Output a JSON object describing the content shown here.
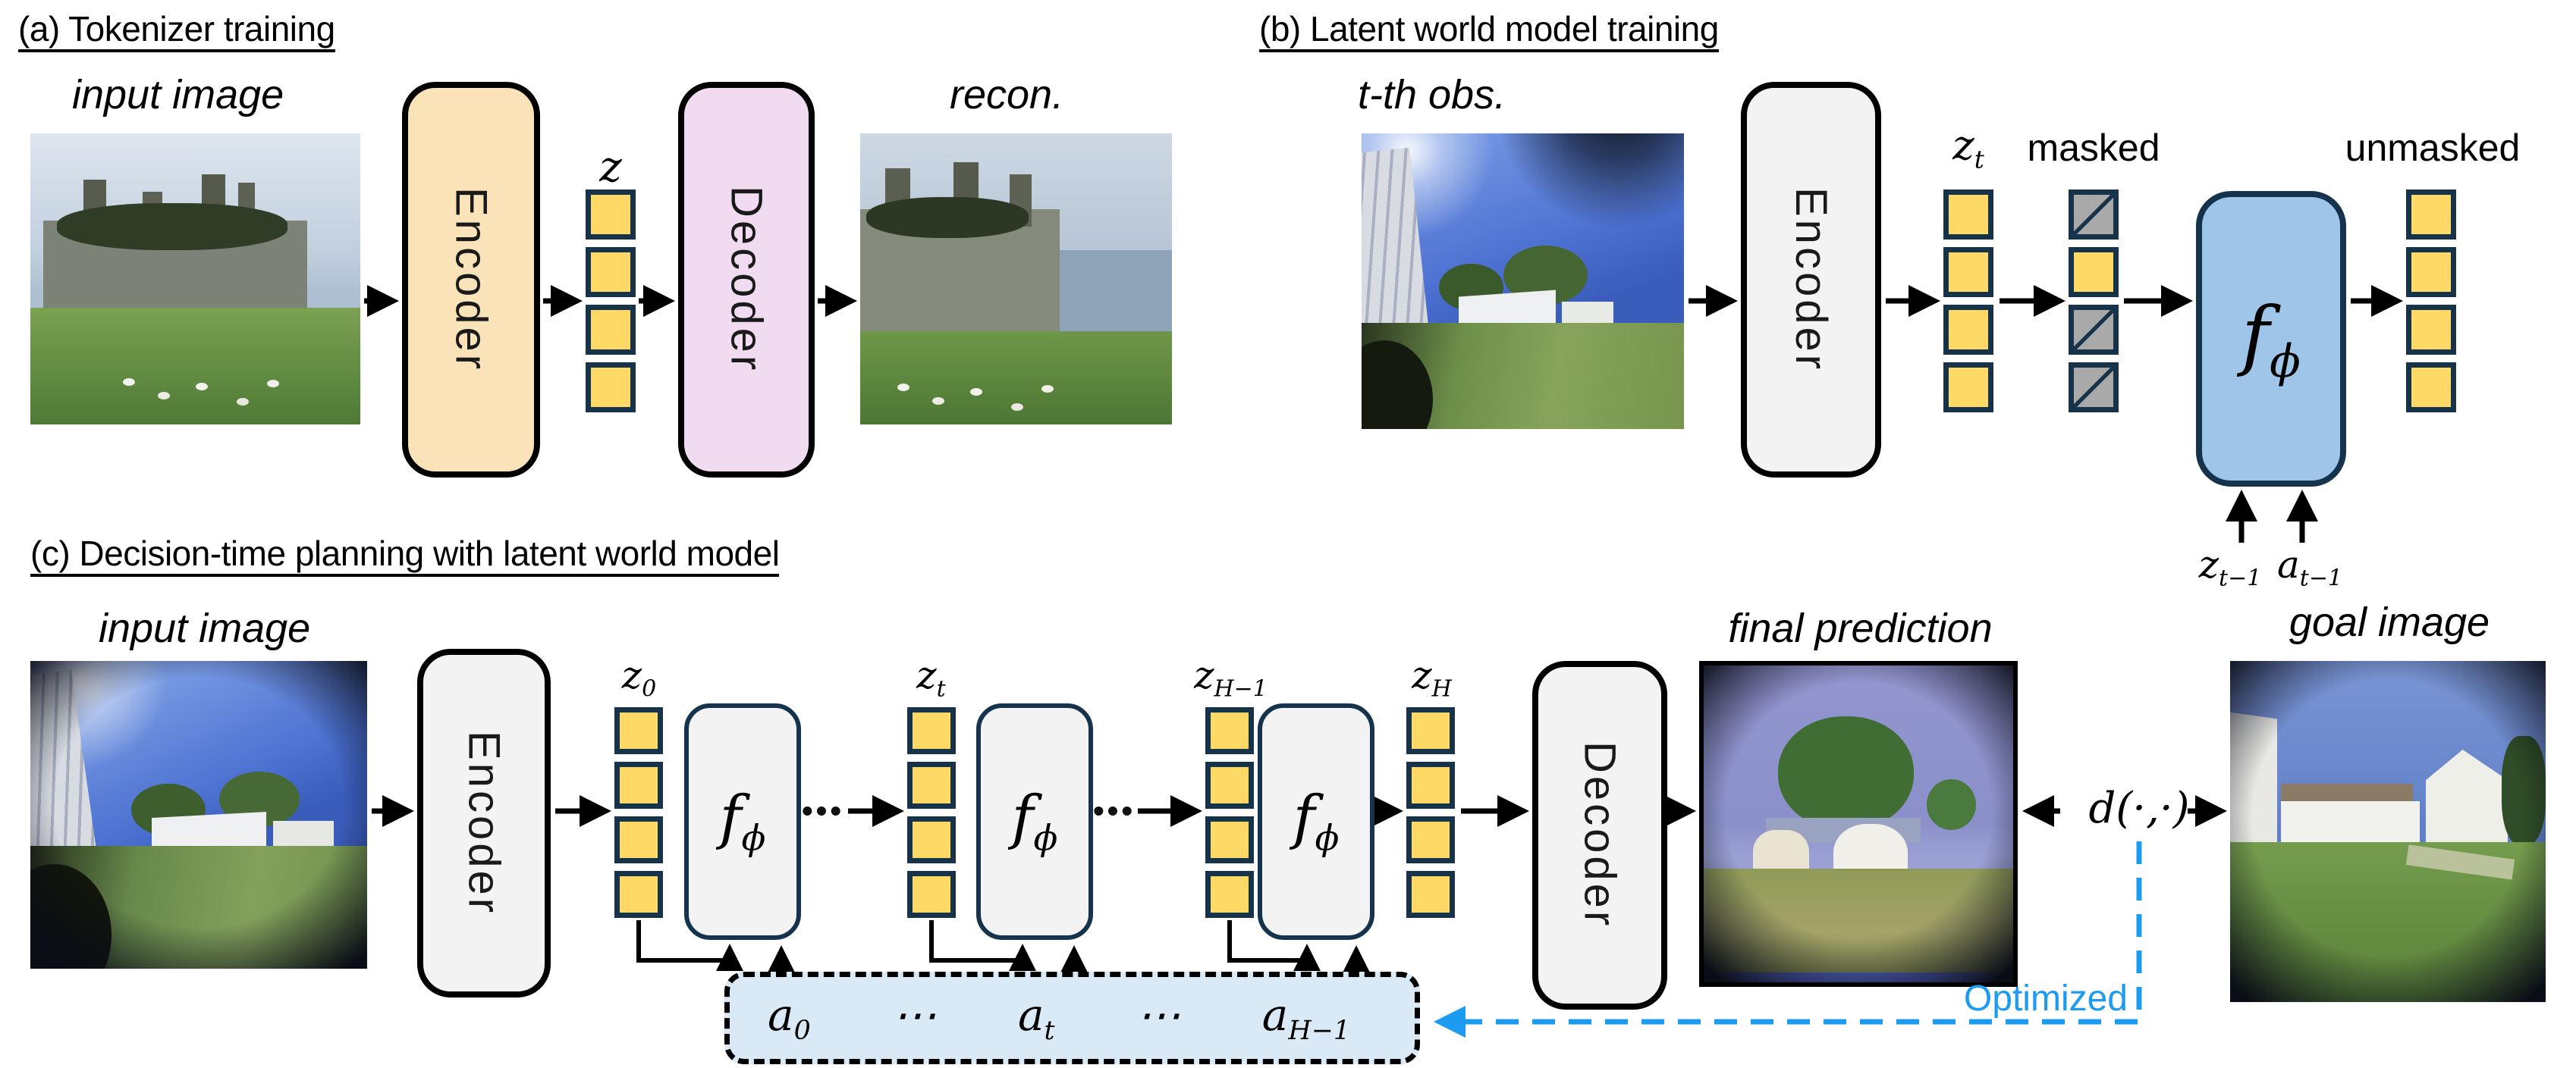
{
  "colors": {
    "token_fill": "#FFD966",
    "token_border": "#16334A",
    "encoder_a_fill": "#FAE3B9",
    "decoder_a_fill": "#F1DBF1",
    "grey_box_fill": "#F3F3F3",
    "world_model_fill": "#9FC5E8",
    "masked_fill": "#A9A9A9",
    "action_box_fill": "#D9EAF6",
    "optimized_blue": "#1C9BF0"
  },
  "panel_a": {
    "title": "(a) Tokenizer training",
    "input_label": "input image",
    "recon_label": "recon.",
    "encoder": "Encoder",
    "decoder": "Decoder",
    "z": {
      "b": "z",
      "s": ""
    },
    "tokens": [
      "plain",
      "plain",
      "plain",
      "plain"
    ]
  },
  "panel_b": {
    "title": "(b) Latent world model training",
    "obs_label": "t-th obs.",
    "encoder": "Encoder",
    "zt": {
      "b": "z",
      "s": "t"
    },
    "masked_label": "masked",
    "unmasked_label": "unmasked",
    "f": {
      "b": "f",
      "s": "ϕ"
    },
    "in1": {
      "b": "z",
      "s": "t−1"
    },
    "in2": {
      "b": "a",
      "s": "t−1"
    },
    "tokens": [
      "plain",
      "plain",
      "plain",
      "plain"
    ],
    "masked_tokens": [
      "masked",
      "plain",
      "masked",
      "masked"
    ],
    "unmasked_tokens": [
      "plain",
      "plain",
      "plain",
      "plain"
    ]
  },
  "panel_c": {
    "title": "(c) Decision-time planning with latent world model",
    "input_label": "input image",
    "encoder": "Encoder",
    "decoder": "Decoder",
    "z0": {
      "b": "z",
      "s": "0"
    },
    "zt": {
      "b": "z",
      "s": "t"
    },
    "zh1": {
      "b": "z",
      "s": "H−1"
    },
    "zh": {
      "b": "z",
      "s": "H"
    },
    "f": {
      "b": "f",
      "s": "ϕ"
    },
    "dots": "•••",
    "final_label": "final prediction",
    "goal_label": "goal image",
    "distance": "d(·,·)",
    "optimized": "Optimized",
    "actions": [
      {
        "b": "a",
        "s": "0"
      },
      {
        "b": "⋯",
        "s": ""
      },
      {
        "b": "a",
        "s": "t"
      },
      {
        "b": "⋯",
        "s": ""
      },
      {
        "b": "a",
        "s": "H−1"
      }
    ],
    "tokens": [
      "plain",
      "plain",
      "plain",
      "plain"
    ]
  }
}
